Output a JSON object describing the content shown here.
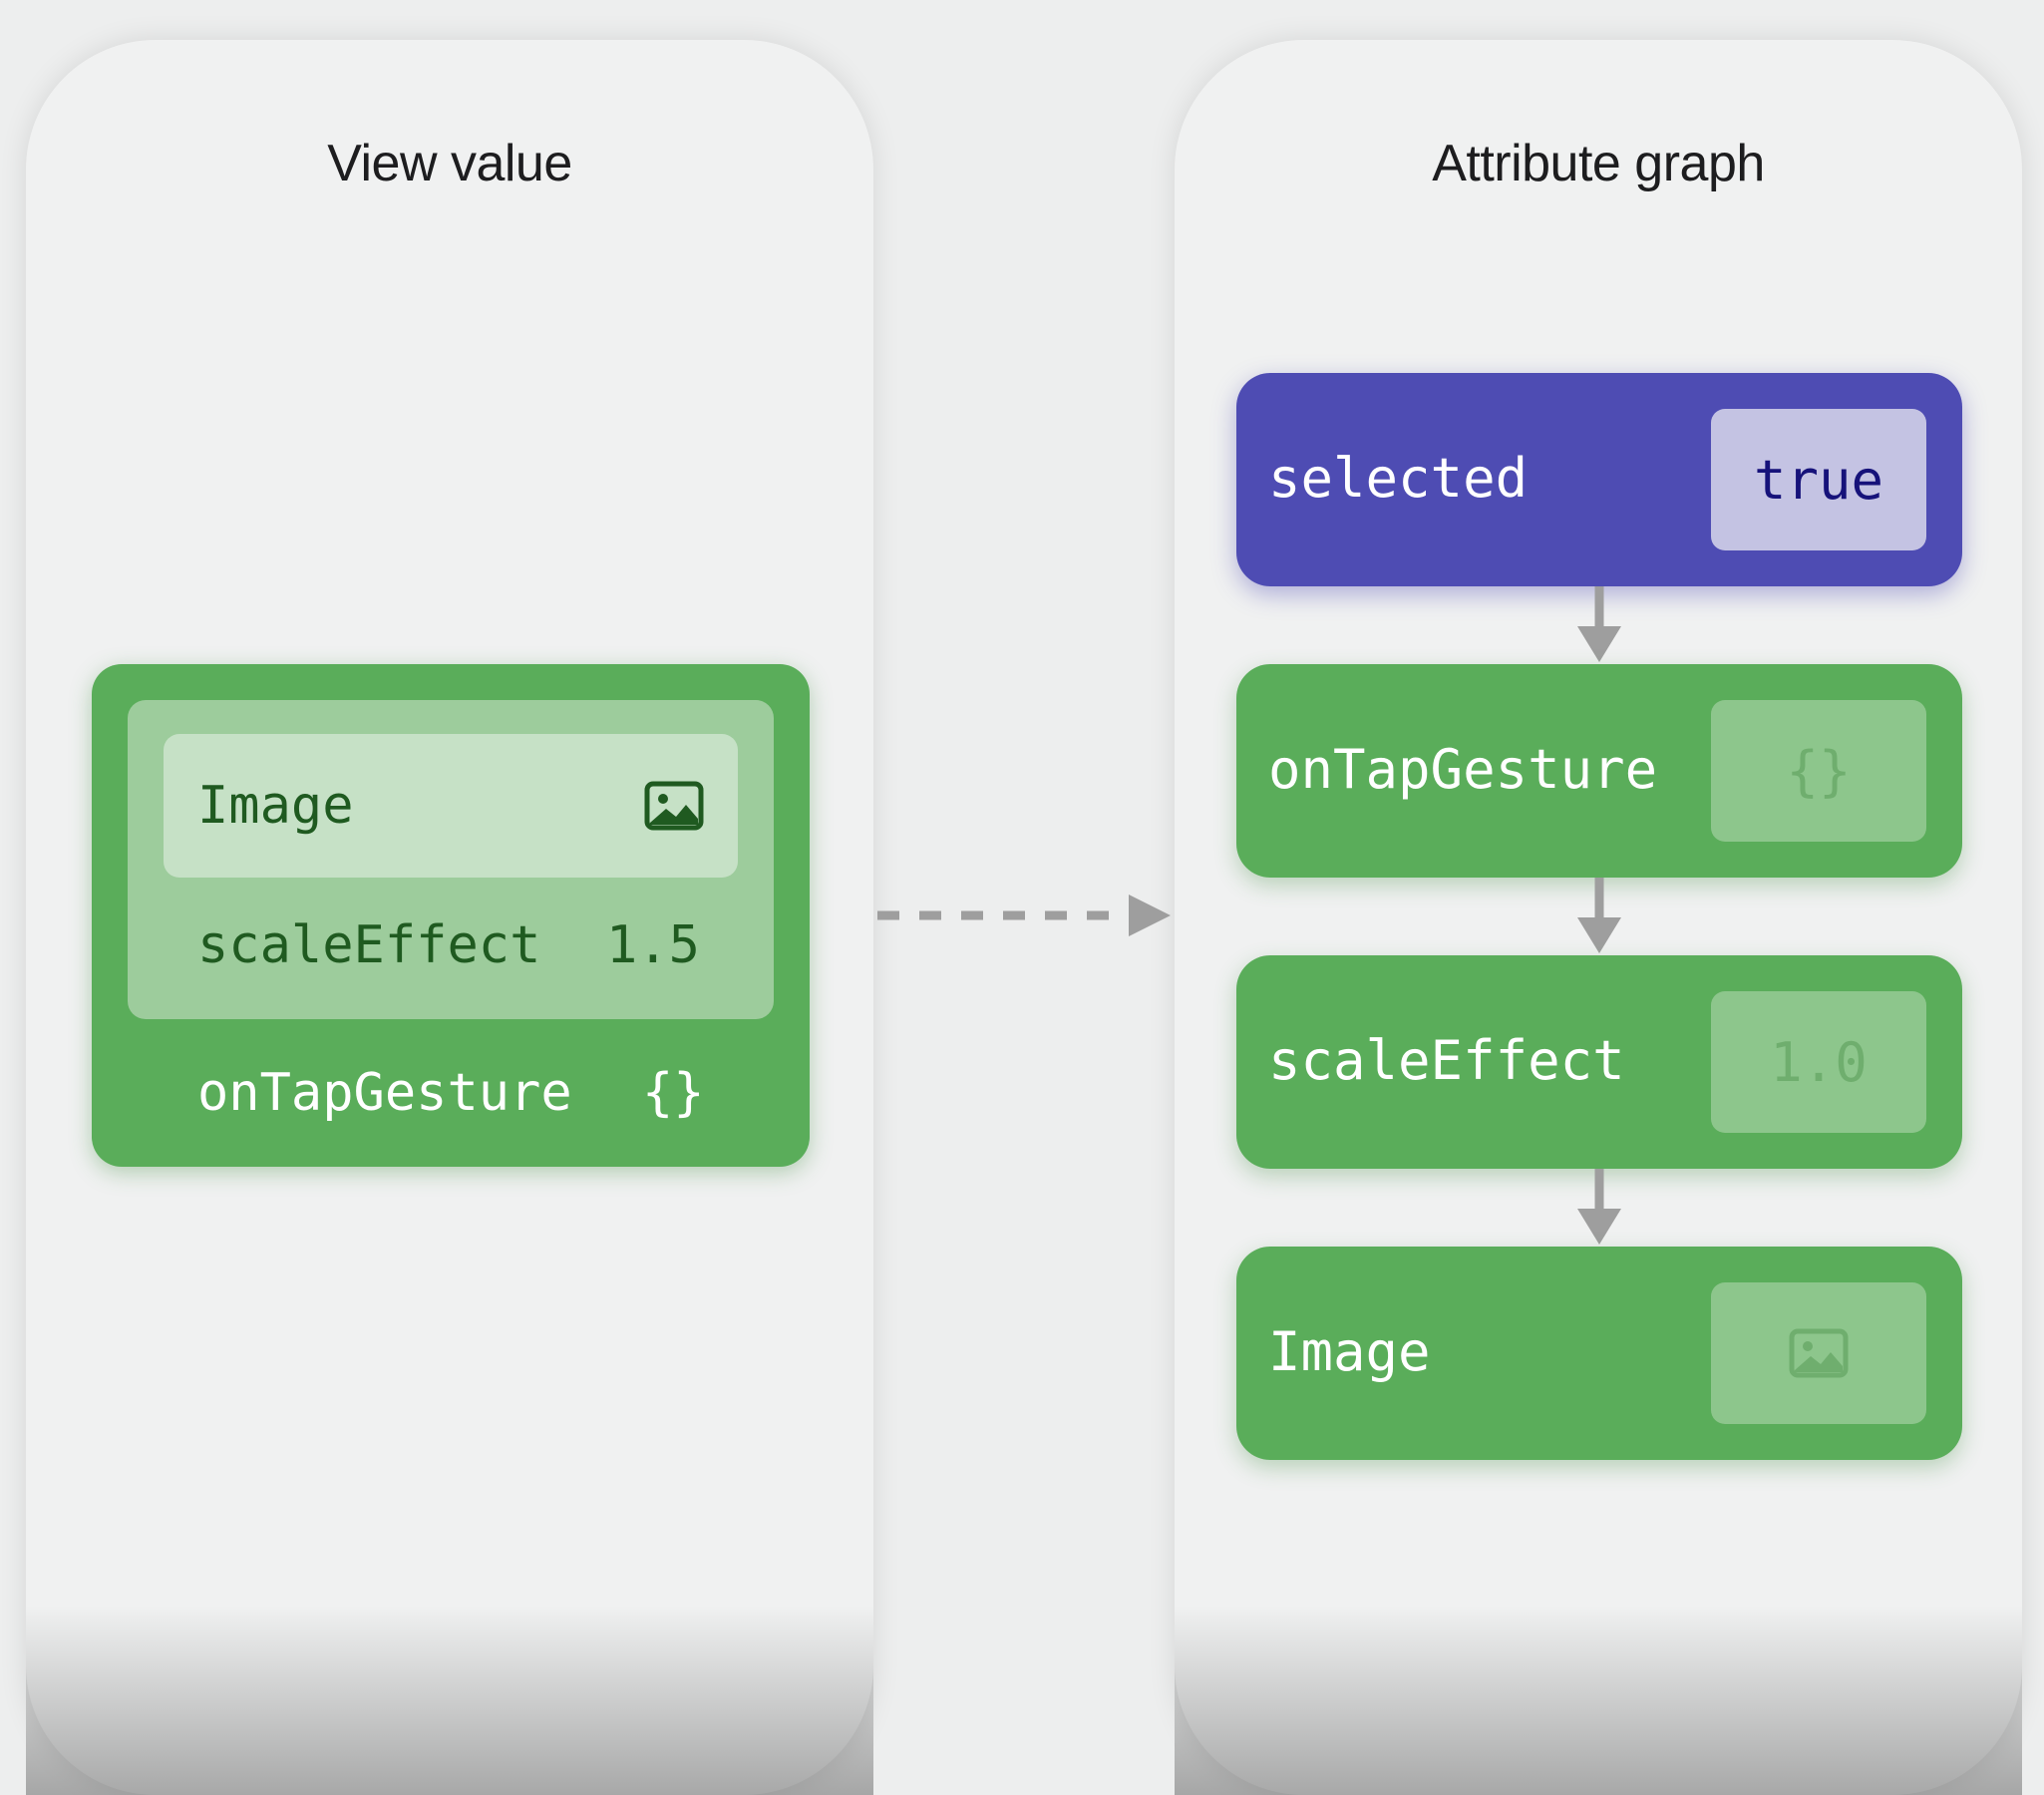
{
  "panels": {
    "left": {
      "title": "View value"
    },
    "right": {
      "title": "Attribute graph"
    }
  },
  "view_value": {
    "image_label": "Image",
    "image_icon": "photo-icon",
    "scale_label": "scaleEffect",
    "scale_value": "1.5",
    "tap_label": "onTapGesture",
    "tap_value": "{}"
  },
  "graph": {
    "nodes": [
      {
        "label": "selected",
        "value": "true",
        "color": "#4e4cb3"
      },
      {
        "label": "onTapGesture",
        "value": "{}",
        "color": "#5aad5a"
      },
      {
        "label": "scaleEffect",
        "value": "1.0",
        "color": "#5aad5a"
      },
      {
        "label": "Image",
        "value": "",
        "icon": "photo-icon",
        "color": "#5aad5a"
      }
    ]
  },
  "colors": {
    "green": "#5aad5a",
    "purple": "#4e4cb3",
    "arrow": "#9e9e9e"
  }
}
